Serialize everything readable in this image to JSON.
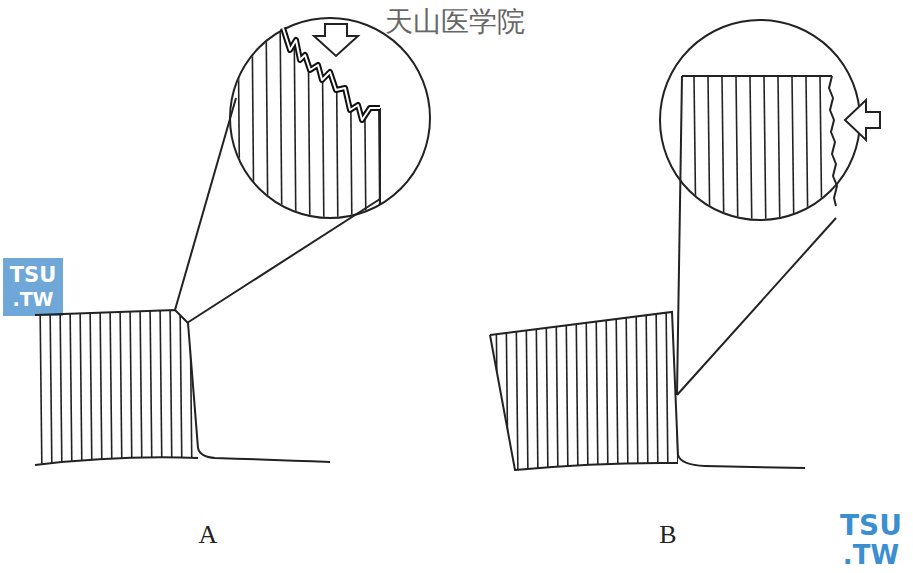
{
  "diagram": {
    "labels": [
      "天山医学院",
      "TSU",
      ".TW",
      "A",
      "B",
      "TSU",
      ".TW"
    ]
  }
}
